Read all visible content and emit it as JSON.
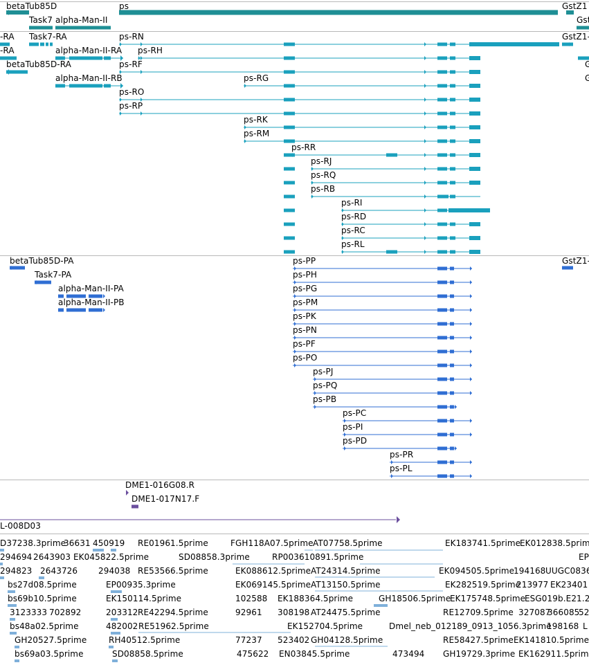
{
  "colors": {
    "gene": "#1f8f95",
    "transcript": "#1aa0bd",
    "protein": "#2f6ed3",
    "probe": "#6b4f9e",
    "est": "#7fb0da",
    "separator": "#b8b8b8"
  },
  "genes": [
    {
      "label": "betaTub85D"
    },
    {
      "label": "Task7"
    },
    {
      "label": "alpha-Man-II"
    },
    {
      "label": "ps"
    },
    {
      "label": "GstZ1"
    },
    {
      "label": "Gst"
    }
  ],
  "transcripts": [
    {
      "label": "-RA"
    },
    {
      "label": "Task7-RA"
    },
    {
      "label": "ps-RN"
    },
    {
      "label": "GstZ1-"
    },
    {
      "label": "-RA"
    },
    {
      "label": "alpha-Man-II-RA"
    },
    {
      "label": "ps-RH"
    },
    {
      "label": "betaTub85D-RA"
    },
    {
      "label": "ps-RF"
    },
    {
      "label": "G"
    },
    {
      "label": "alpha-Man-II-RB"
    },
    {
      "label": "ps-RG"
    },
    {
      "label": "G"
    },
    {
      "label": "ps-RO"
    },
    {
      "label": "ps-RP"
    },
    {
      "label": "ps-RK"
    },
    {
      "label": "ps-RM"
    },
    {
      "label": "ps-RR"
    },
    {
      "label": "ps-RJ"
    },
    {
      "label": "ps-RQ"
    },
    {
      "label": "ps-RB"
    },
    {
      "label": "ps-RI"
    },
    {
      "label": "ps-RD"
    },
    {
      "label": "ps-RC"
    },
    {
      "label": "ps-RL"
    }
  ],
  "proteins": [
    {
      "label": "betaTub85D-PA"
    },
    {
      "label": "GstZ1-"
    },
    {
      "label": "Task7-PA"
    },
    {
      "label": "alpha-Man-II-PA"
    },
    {
      "label": "alpha-Man-II-PB"
    },
    {
      "label": "ps-PP"
    },
    {
      "label": "ps-PH"
    },
    {
      "label": "ps-PG"
    },
    {
      "label": "ps-PM"
    },
    {
      "label": "ps-PK"
    },
    {
      "label": "ps-PN"
    },
    {
      "label": "ps-PF"
    },
    {
      "label": "ps-PO"
    },
    {
      "label": "ps-PJ"
    },
    {
      "label": "ps-PQ"
    },
    {
      "label": "ps-PB"
    },
    {
      "label": "ps-PC"
    },
    {
      "label": "ps-PI"
    },
    {
      "label": "ps-PD"
    },
    {
      "label": "ps-PR"
    },
    {
      "label": "ps-PL"
    }
  ],
  "probes": [
    {
      "label": "DME1-016G08.R"
    },
    {
      "label": "DME1-017N17.F"
    },
    {
      "label": "L-008D03"
    }
  ],
  "ests": [
    {
      "label": "D37238.3prime"
    },
    {
      "label": "36631"
    },
    {
      "label": "450919"
    },
    {
      "label": "RE01961.5prime"
    },
    {
      "label": "FGH118A07.5prime"
    },
    {
      "label": "AT07758.5prime"
    },
    {
      "label": "EK183741.5prime"
    },
    {
      "label": "EK012838.5prime"
    },
    {
      "label": "294694"
    },
    {
      "label": "2643903"
    },
    {
      "label": "EK045822.5prime"
    },
    {
      "label": "SD08858.3prime"
    },
    {
      "label": "RP003610891.5prime"
    },
    {
      "label": "EP"
    },
    {
      "label": "294823"
    },
    {
      "label": "2643726"
    },
    {
      "label": "294038"
    },
    {
      "label": "RE53566.5prime"
    },
    {
      "label": "EK088612.5prime"
    },
    {
      "label": "AT24314.5prime"
    },
    {
      "label": "EK094505.5prime"
    },
    {
      "label": "194168"
    },
    {
      "label": "UUGC0836"
    },
    {
      "label": "bs27d08.5prime"
    },
    {
      "label": "EP00935.3prime"
    },
    {
      "label": "EK069145.5prime"
    },
    {
      "label": "AT13150.5prime"
    },
    {
      "label": "EK282519.5prime"
    },
    {
      "label": "213977"
    },
    {
      "label": "EK23401"
    },
    {
      "label": "bs69b10.5prime"
    },
    {
      "label": "EK150114.5prime"
    },
    {
      "label": "102588"
    },
    {
      "label": "EK188364.5prime"
    },
    {
      "label": "GH18506.5prime"
    },
    {
      "label": "EK175748.5prime"
    },
    {
      "label": "ESG019b.E21.2"
    },
    {
      "label": "3123333"
    },
    {
      "label": "702892"
    },
    {
      "label": "203312"
    },
    {
      "label": "RE42294.5prime"
    },
    {
      "label": "92961"
    },
    {
      "label": "308198"
    },
    {
      "label": "AT24475.5prime"
    },
    {
      "label": "RE12709.5prime"
    },
    {
      "label": "327087"
    },
    {
      "label": "366085"
    },
    {
      "label": "52"
    },
    {
      "label": "bs48a02.5prime"
    },
    {
      "label": "482002"
    },
    {
      "label": "RE51962.5prime"
    },
    {
      "label": "EK152704.5prime"
    },
    {
      "label": "Dmel_neb_012189_0913_1056.3prime"
    },
    {
      "label": "198168"
    },
    {
      "label": "L"
    },
    {
      "label": "GH20527.5prime"
    },
    {
      "label": "RH40512.5prime"
    },
    {
      "label": "77237"
    },
    {
      "label": "523402"
    },
    {
      "label": "GH04128.5prime"
    },
    {
      "label": "RE58427.5prime"
    },
    {
      "label": "EK141810.5prime"
    },
    {
      "label": "bs69a03.5prime"
    },
    {
      "label": "SD08858.5prime"
    },
    {
      "label": "475622"
    },
    {
      "label": "EN03845.5prime"
    },
    {
      "label": "473494"
    },
    {
      "label": "GH19729.3prime"
    },
    {
      "label": "EK162911.5prime"
    }
  ]
}
